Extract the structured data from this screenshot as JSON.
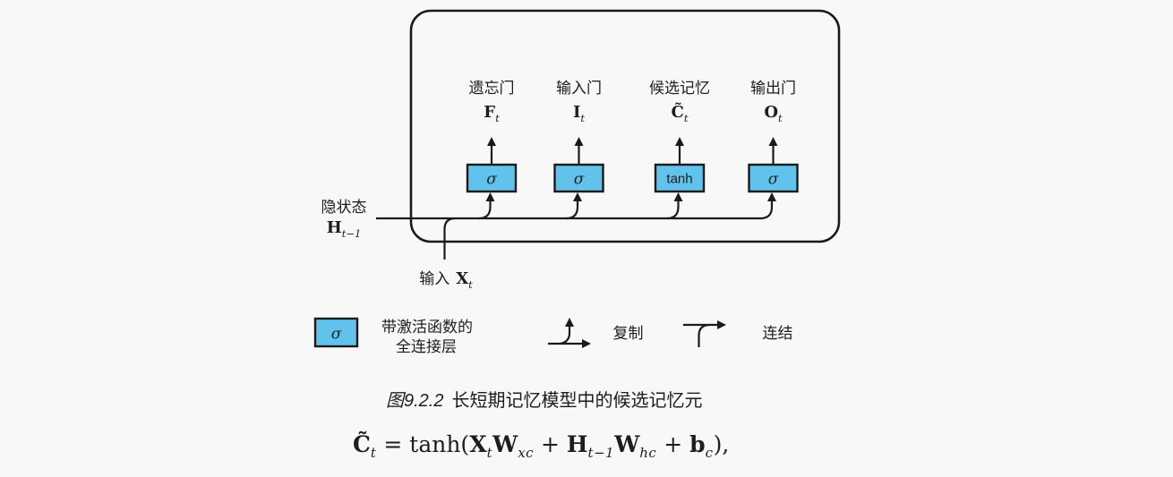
{
  "colors": {
    "background": "#F8F8F8",
    "box_fill": "#61C2EC",
    "line": "#1A1A1A",
    "text": "#1D1D1D"
  },
  "diagram": {
    "gates": [
      {
        "label": "遗忘门",
        "symbol": "F",
        "sub": "t",
        "op": "σ"
      },
      {
        "label": "输入门",
        "symbol": "I",
        "sub": "t",
        "op": "σ"
      },
      {
        "label": "候选记忆",
        "symbol": "C̃",
        "sub": "t",
        "op": "tanh"
      },
      {
        "label": "输出门",
        "symbol": "O",
        "sub": "t",
        "op": "σ"
      }
    ],
    "hidden_state": {
      "label": "隐状态",
      "symbol": "H",
      "sub": "t−1"
    },
    "input": {
      "label": "输入",
      "symbol": "X",
      "sub": "t"
    }
  },
  "legend": {
    "fc_symbol": "σ",
    "fc_label_line1": "带激活函数的",
    "fc_label_line2": "全连接层",
    "copy_label": "复制",
    "concat_label": "连结"
  },
  "caption": {
    "figure_id": "图9.2.2",
    "title": "长短期记忆模型中的候选记忆元"
  },
  "formula": {
    "parts": [
      {
        "t": "var",
        "v": "C̃"
      },
      {
        "t": "sub",
        "v": "t"
      },
      {
        "t": "plain",
        "v": " = tanh("
      },
      {
        "t": "var",
        "v": "X"
      },
      {
        "t": "sub",
        "v": "t"
      },
      {
        "t": "var",
        "v": "W"
      },
      {
        "t": "sub",
        "v": "xc"
      },
      {
        "t": "plain",
        "v": " + "
      },
      {
        "t": "var",
        "v": "H"
      },
      {
        "t": "sub",
        "v": "t−1"
      },
      {
        "t": "var",
        "v": "W"
      },
      {
        "t": "sub",
        "v": "hc"
      },
      {
        "t": "plain",
        "v": " + "
      },
      {
        "t": "var",
        "v": "b"
      },
      {
        "t": "sub",
        "v": "c"
      },
      {
        "t": "plain",
        "v": "),"
      }
    ]
  }
}
